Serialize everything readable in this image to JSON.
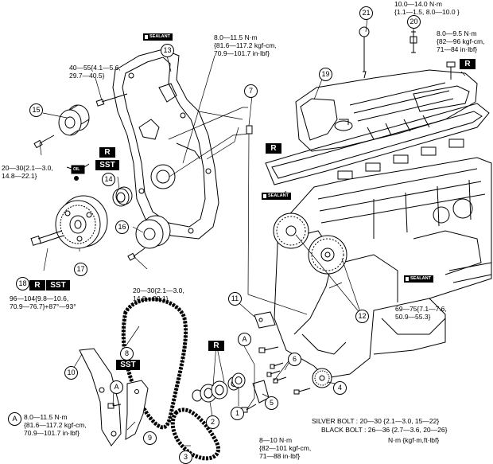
{
  "callouts": {
    "c1": "1",
    "c2": "2",
    "c3": "3",
    "c4": "4",
    "c5": "5",
    "c6": "6",
    "c7": "7",
    "c8": "8",
    "c9": "9",
    "c10": "10",
    "c11": "11",
    "c12": "12",
    "c13": "13",
    "c14": "14",
    "c15": "15",
    "c16": "16",
    "c17": "17",
    "c18": "18",
    "c19": "19",
    "c20": "20",
    "c21": "21",
    "cA1": "A",
    "cA2": "A",
    "cA3": "A"
  },
  "tags": {
    "r_label": "R",
    "sst_label": "SST",
    "sealant_label": "SEALANT",
    "oil_label": "OIL"
  },
  "torque": {
    "t20": "10.0—14.0 N·m\n{1.1—1.5, 8.0—10.0 }",
    "t_cover": "8.0—9.5 N·m\n{82—96 kgf-cm,\n71—84 in·lbf}",
    "t13": "8.0—11.5 N·m\n{81.6—117.2 kgf-cm,\n70.9—101.7 in·lbf}",
    "t_bracket": "40—55{4.1—5.6,\n29.7—40.5}",
    "t15": "20—30{2.1—3.0,\n14.8—22.1}",
    "t16": "20—30{2.1—3.0,\n14.8—22.1}",
    "t18": "96—104{9.8—10.6,\n70.9—76.7}+87°—93°",
    "t12": "69—75{7.1—7.6,\n50.9—55.3}",
    "tA": "8.0—11.5 N·m\n{81.6—117.2 kgf-cm,\n70.9—101.7 in·lbf}",
    "t5": "8—10 N·m\n{82—101 kgf-cm,\n71—88 in·lbf}",
    "silver": "SILVER BOLT : 20—30 {2.1—3.0, 15—22}",
    "black": "BLACK BOLT : 26—36 {2.7—3.6, 20—26}",
    "units": "N·m {kgf·m,ft·lbf}"
  }
}
